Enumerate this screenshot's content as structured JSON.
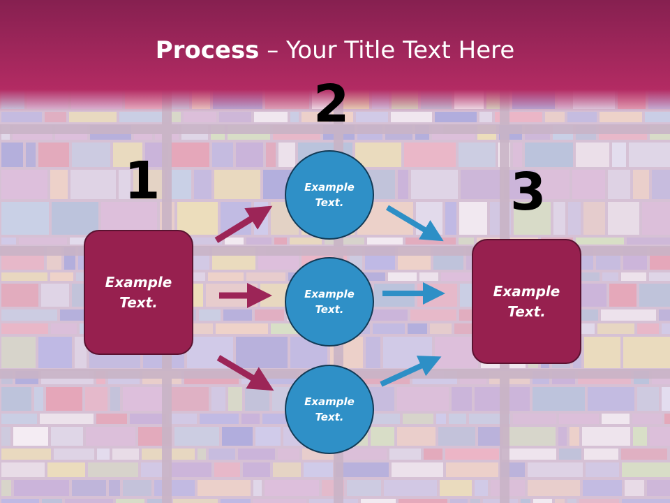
{
  "slide": {
    "title_bold": "Process",
    "title_rest": " – Your Title Text Here"
  },
  "steps": {
    "step1_number": "1",
    "step2_number": "2",
    "step3_number": "3"
  },
  "left_box": {
    "line1": "Example",
    "line2": "Text."
  },
  "right_box": {
    "line1": "Example",
    "line2": "Text."
  },
  "circles": [
    {
      "line1": "Example",
      "line2": "Text."
    },
    {
      "line1": "Example",
      "line2": "Text."
    },
    {
      "line1": "Example",
      "line2": "Text."
    }
  ],
  "colors": {
    "header": "#a8295d",
    "box": "#97204f",
    "circle": "#2f90c7",
    "arrow_left": "#9c2557",
    "arrow_right": "#2d8fc6"
  }
}
